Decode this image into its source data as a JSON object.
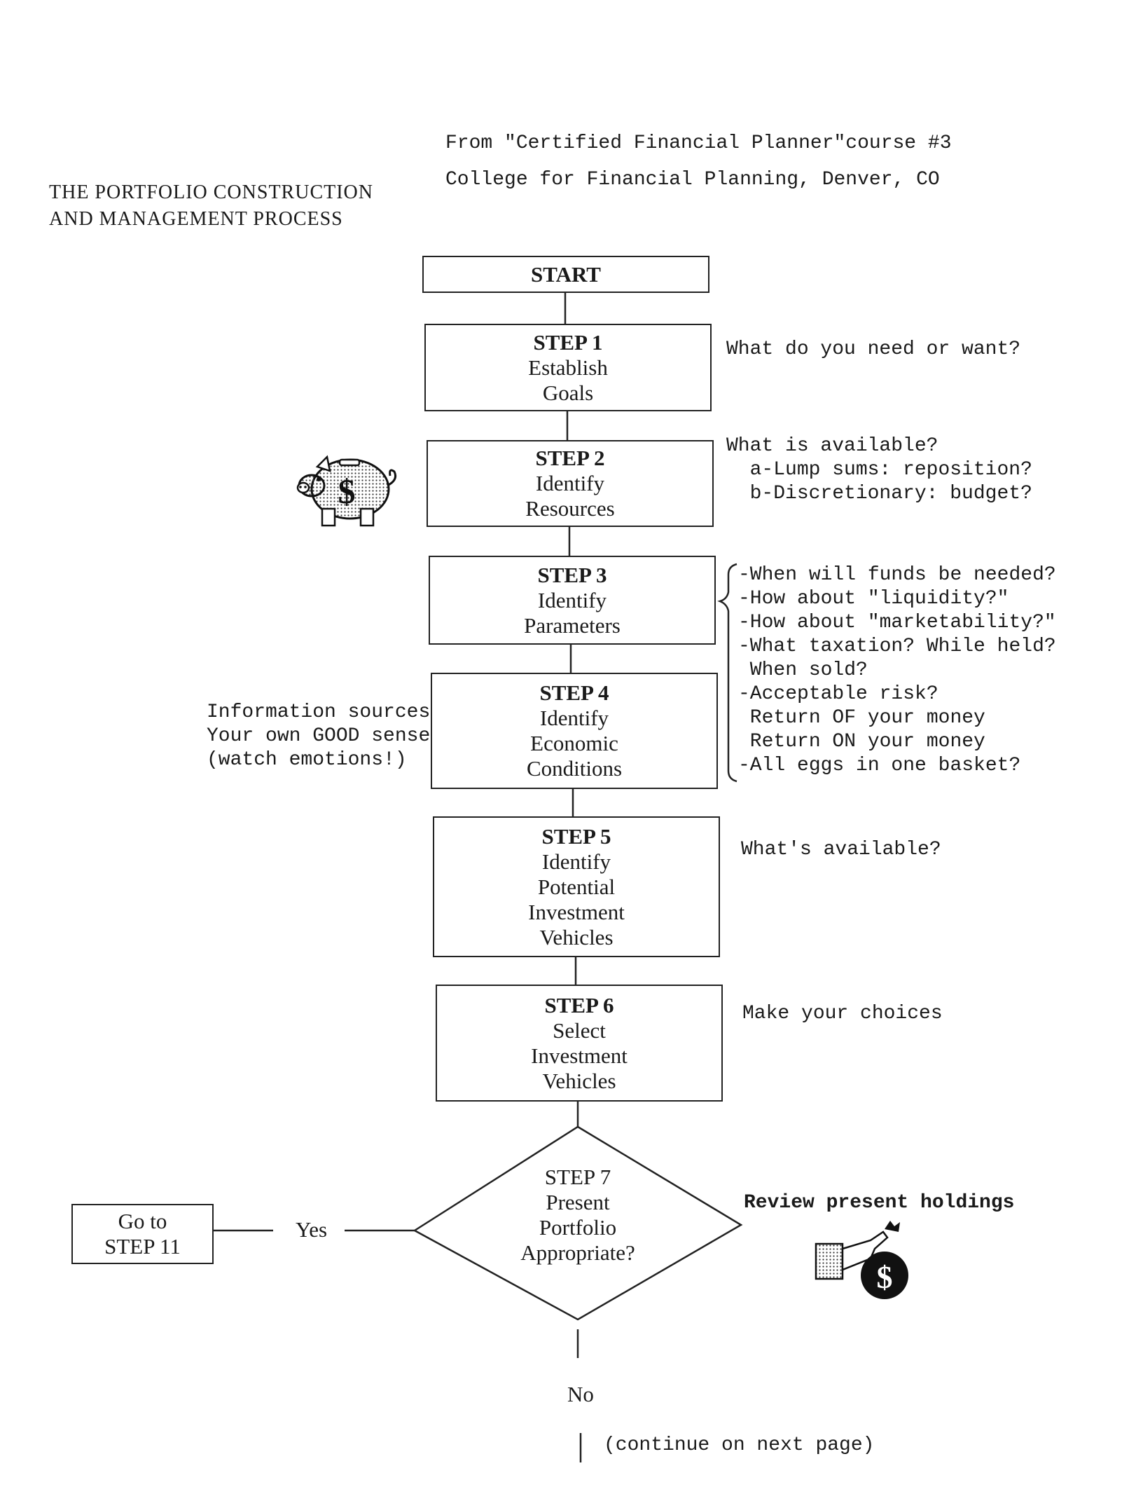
{
  "header": {
    "source_line1": "From \"Certified Financial Planner\"course #3",
    "source_line2": "College for Financial Planning, Denver, CO",
    "title_line1": "THE PORTFOLIO CONSTRUCTION",
    "title_line2": "AND MANAGEMENT PROCESS"
  },
  "start": {
    "label": "START"
  },
  "steps": [
    {
      "title": "STEP 1",
      "lines": [
        "Establish",
        "Goals"
      ]
    },
    {
      "title": "STEP 2",
      "lines": [
        "Identify",
        "Resources"
      ]
    },
    {
      "title": "STEP 3",
      "lines": [
        "Identify",
        "Parameters"
      ]
    },
    {
      "title": "STEP 4",
      "lines": [
        "Identify",
        "Economic",
        "Conditions"
      ]
    },
    {
      "title": "STEP 5",
      "lines": [
        "Identify",
        "Potential",
        "Investment",
        "Vehicles"
      ]
    },
    {
      "title": "STEP 6",
      "lines": [
        "Select",
        "Investment",
        "Vehicles"
      ]
    }
  ],
  "decision": {
    "title": "STEP 7",
    "lines": [
      "Present",
      "Portfolio",
      "Appropriate?"
    ],
    "yes_label": "Yes",
    "no_label": "No"
  },
  "goto": {
    "line1": "Go to",
    "line2": "STEP 11"
  },
  "notes": {
    "step1": "What do you need or want?",
    "step2": [
      "What is available?",
      "  a-Lump sums: reposition?",
      "  b-Discretionary: budget?"
    ],
    "step3": [
      "-When will funds be needed?",
      "-How about \"liquidity?\"",
      "-How about \"marketability?\"",
      "-What taxation? While held?",
      " When sold?",
      "-Acceptable risk?",
      " Return OF your money",
      " Return ON your money",
      "-All eggs in one basket?"
    ],
    "step4": [
      "Information sources",
      "Your own GOOD sense",
      "(watch emotions!)"
    ],
    "step5": "What's available?",
    "step6": "Make your choices",
    "step7": "Review present holdings",
    "continue": "(continue on next page)"
  },
  "icons": {
    "piggy_bank": "piggy-bank-icon",
    "money_bag": "money-bag-icon",
    "dollar_symbol": "$"
  }
}
